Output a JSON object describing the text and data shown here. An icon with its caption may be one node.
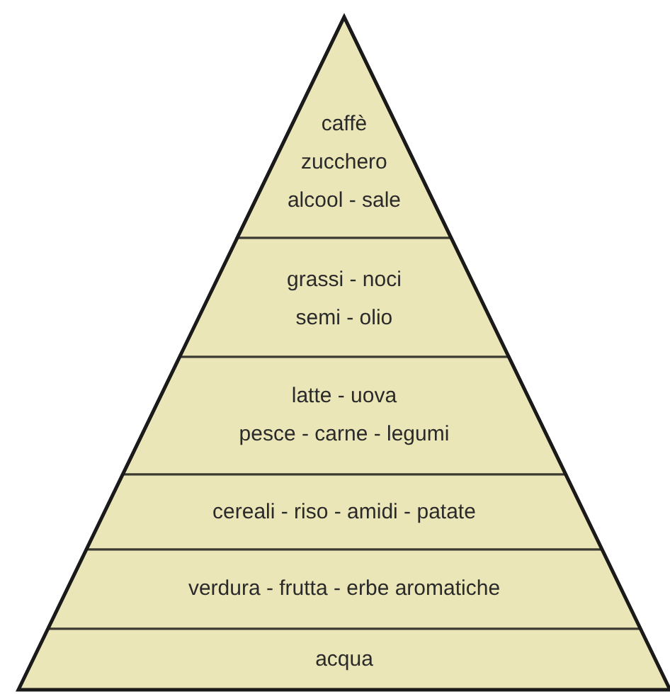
{
  "diagram": {
    "nodes": [
      {
        "text": [
          "caffè zucchero alcool - sale"
        ]
      },
      {
        "text": [
          "grassi - noci semi - olio"
        ]
      },
      {
        "text": [
          "latte - uova pesce - carne - legumi"
        ]
      },
      {
        "text": [
          "cereali - riso - amidi - patate"
        ]
      },
      {
        "text": [
          "verdura - frutta - erbe aromatiche"
        ]
      },
      {
        "text": [
          "acqua"
        ]
      }
    ]
  }
}
